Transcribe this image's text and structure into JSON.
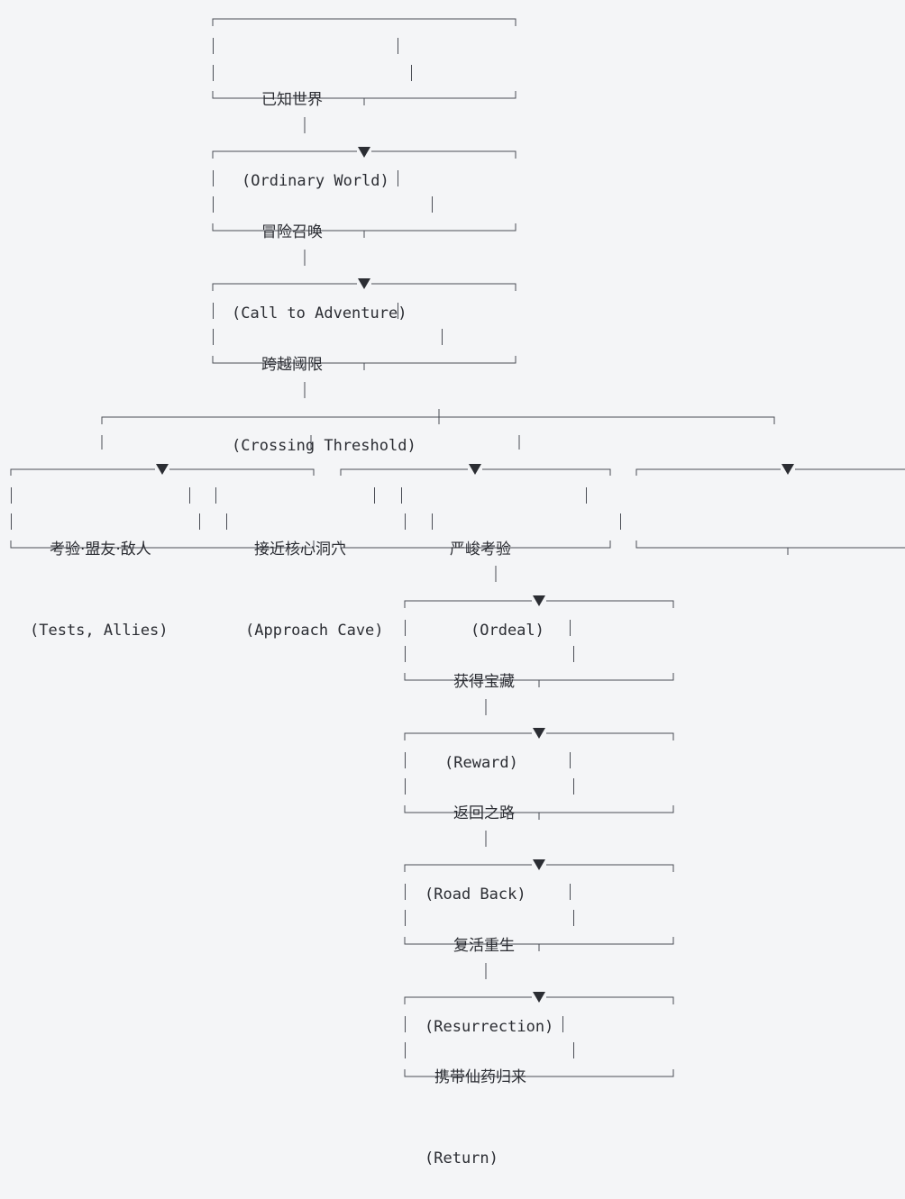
{
  "flow": {
    "ordinary": {
      "zh": "已知世界",
      "en": "(Ordinary World)"
    },
    "call": {
      "zh": "冒险召唤",
      "en": "(Call to Adventure)"
    },
    "threshold": {
      "zh": "跨越阈限",
      "en": "(Crossing Threshold)"
    },
    "tests": {
      "zh": "考验·盟友·敌人",
      "en": "(Tests, Allies)"
    },
    "approach": {
      "zh": "接近核心洞穴",
      "en": "(Approach Cave)"
    },
    "ordeal": {
      "zh": "严峻考验",
      "en": "(Ordeal)"
    },
    "reward": {
      "zh": "获得宝藏",
      "en": "(Reward)"
    },
    "road_back": {
      "zh": "返回之路",
      "en": "(Road Back)"
    },
    "resurrection": {
      "zh": "复活重生",
      "en": "(Resurrection)"
    },
    "return": {
      "zh": "携带仙药归来",
      "en": "(Return)"
    }
  },
  "colors": {
    "line": "#4a4d55",
    "background": "#f4f5f7",
    "text": "#2b2d33"
  }
}
